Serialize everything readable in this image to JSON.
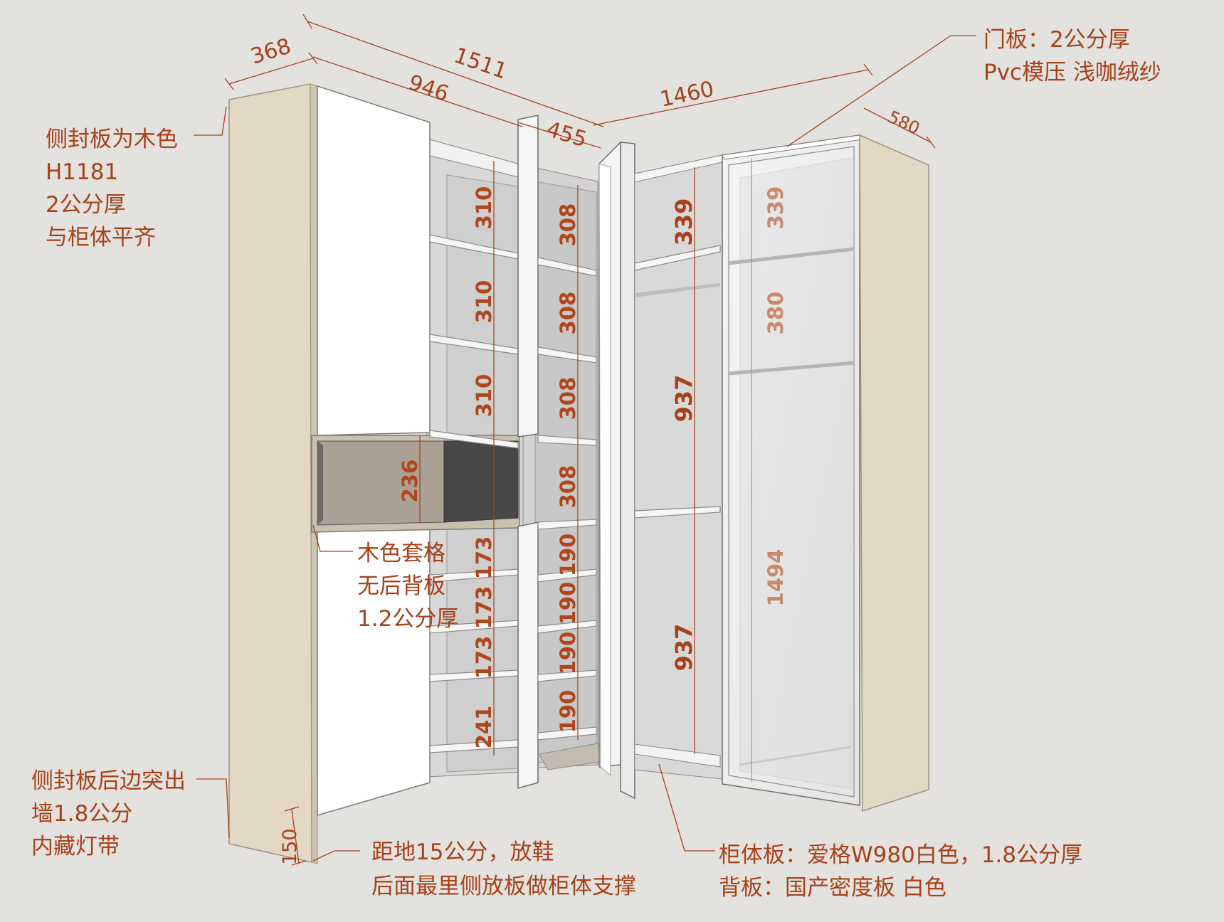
{
  "colors": {
    "background": "#e3e2de",
    "annotation": "#a7411a",
    "wood_panel": "#e2d8c3",
    "cabinet_white": "#ffffff",
    "niche_dark": "#4a4a4a"
  },
  "overall_dimensions": {
    "total_width": "1511",
    "left_depth": "368",
    "left_section_width": "946",
    "corner_width": "455",
    "right_width": "1460",
    "right_depth": "580",
    "base_height": "150"
  },
  "left_upper_heights": [
    "310",
    "310",
    "310"
  ],
  "middle_upper_heights": [
    "308",
    "308",
    "308",
    "308"
  ],
  "niche_height": "236",
  "left_lower_heights": [
    "173",
    "173",
    "173",
    "241"
  ],
  "middle_lower_heights": [
    "190",
    "190",
    "190",
    "190"
  ],
  "hanging_section_heights": [
    "339",
    "937",
    "937"
  ],
  "right_section_heights": [
    "339",
    "380",
    "1494"
  ],
  "annotations": {
    "door_panel": [
      "门板：2公分厚",
      "Pvc模压 浅咖绒纱"
    ],
    "side_panel": [
      "侧封板为木色",
      "H1181",
      "2公分厚",
      "与柜体平齐"
    ],
    "niche": [
      "木色套格",
      "无后背板",
      "1.2公分厚"
    ],
    "side_panel_back": [
      "侧封板后边突出",
      "墙1.8公分",
      "内藏灯带"
    ],
    "base_gap": [
      "距地15公分，放鞋",
      "后面最里侧放板做柜体支撑"
    ],
    "cabinet_material": [
      "柜体板：爱格W980白色，1.8公分厚",
      "背板：国产密度板 白色"
    ]
  }
}
